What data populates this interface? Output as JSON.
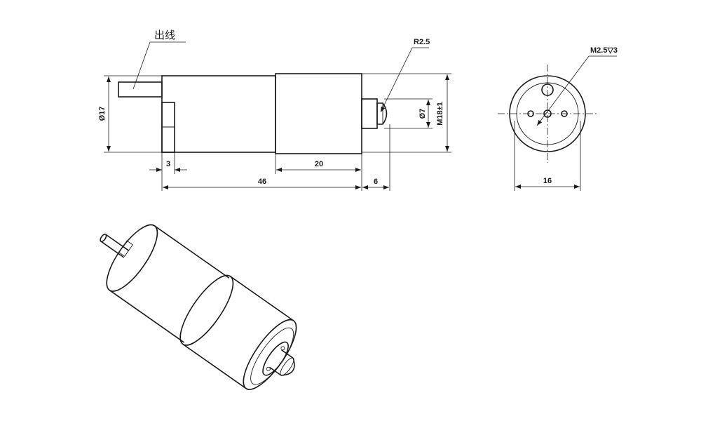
{
  "drawing": {
    "callouts": {
      "lead_wire": "出线",
      "shaft_radius": "R2.5",
      "hole_spec": "M2.5▽3"
    },
    "dimensions": {
      "body_diameter": "Ø17",
      "flange_width": "3",
      "gearbox_length": "20",
      "total_length": "46",
      "shaft_length": "6",
      "shaft_diameter": "Ø7",
      "thread": "M18±1",
      "end_view_width": "16"
    }
  }
}
